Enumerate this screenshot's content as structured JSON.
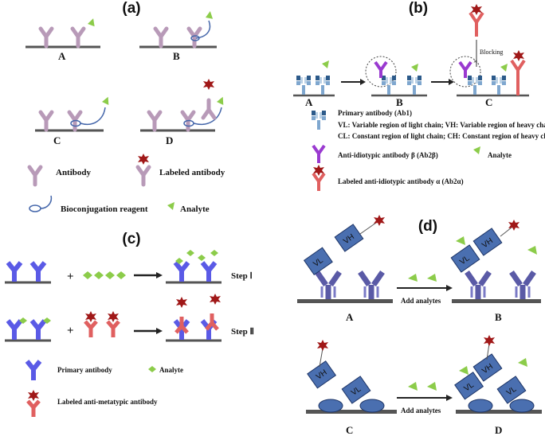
{
  "panels": {
    "a": {
      "label": "(a)",
      "sub_labels": [
        "A",
        "B",
        "C",
        "D"
      ],
      "legend": {
        "antibody": "Antibody",
        "labeled_antibody": "Labeled antibody",
        "bioconjugation": "Bioconjugation reagent",
        "analyte": "Analyte"
      }
    },
    "b": {
      "label": "(b)",
      "sub_labels": [
        "A",
        "B",
        "C"
      ],
      "blocking": "Blocking",
      "legend": {
        "primary": "Primary antibody (Ab1)",
        "vl_vh": "VL: Variable region of light chain; VH: Variable region of heavy chain",
        "cl_ch": "CL: Constant region of light chain; CH: Constant region of heavy chain",
        "anti_beta": "Anti-idiotypic antibody β (Ab2β)",
        "analyte": "Analyte",
        "labeled_alpha": "Labeled anti-idiotypic antibody α (Ab2α)"
      }
    },
    "c": {
      "label": "(c)",
      "step1": "Step Ⅰ",
      "step2": "Step Ⅱ",
      "plus": "+",
      "legend": {
        "primary": "Primary antibody",
        "analyte": "Analyte",
        "labeled": "Labeled anti-metatypic antibody"
      }
    },
    "d": {
      "label": "(d)",
      "sub_labels": [
        "A",
        "B",
        "C",
        "D"
      ],
      "arrow_text": "Add analytes",
      "vl": "VL",
      "vh": "VH"
    }
  },
  "colors": {
    "antibody_purple": "#b89ab8",
    "blue_antibody": "#5a5ae6",
    "red_antibody": "#e06060",
    "analyte_green": "#8ccc4a",
    "label_star": "#a01818",
    "domain_blue": "#4a6fb0",
    "surface": "#555555"
  }
}
